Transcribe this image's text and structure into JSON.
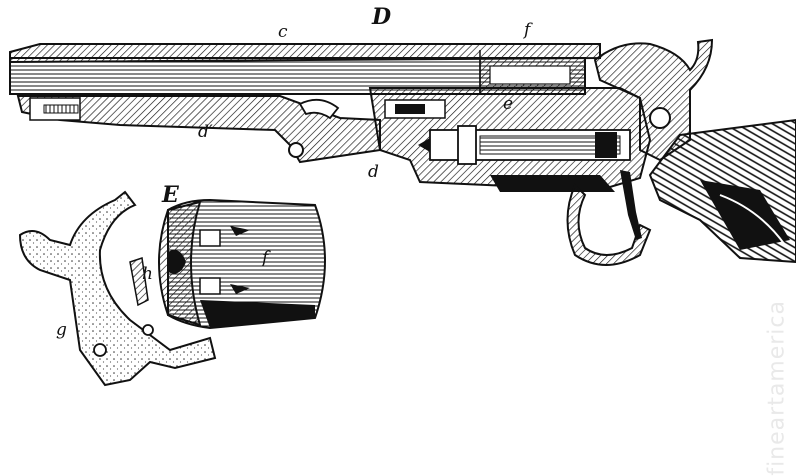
{
  "figure": {
    "labels": {
      "D": "D",
      "c": "c",
      "f_top": "f",
      "e": "e",
      "d_prime": "d′",
      "d": "d",
      "E": "E",
      "f_cyl": "f",
      "h": "h",
      "g": "g"
    },
    "colors": {
      "ink": "#111111",
      "paper": "#ffffff"
    },
    "watermark": "fineartamerica"
  }
}
